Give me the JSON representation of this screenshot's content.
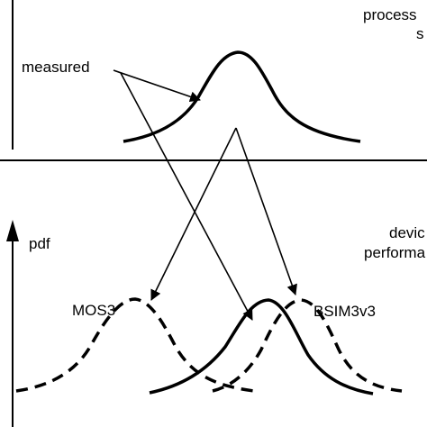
{
  "upper_panel": {
    "label_line1": "process",
    "label_line2": "s",
    "curve_label": "measured"
  },
  "lower_panel": {
    "y_axis_label": "pdf",
    "label_line1": "devic",
    "label_line2": "performa",
    "curve_labels": {
      "mos3": "MOS3",
      "bsim3v3": "BSIM3v3"
    }
  },
  "styles": {
    "stroke_color": "#000000",
    "background": "#ffffff"
  }
}
